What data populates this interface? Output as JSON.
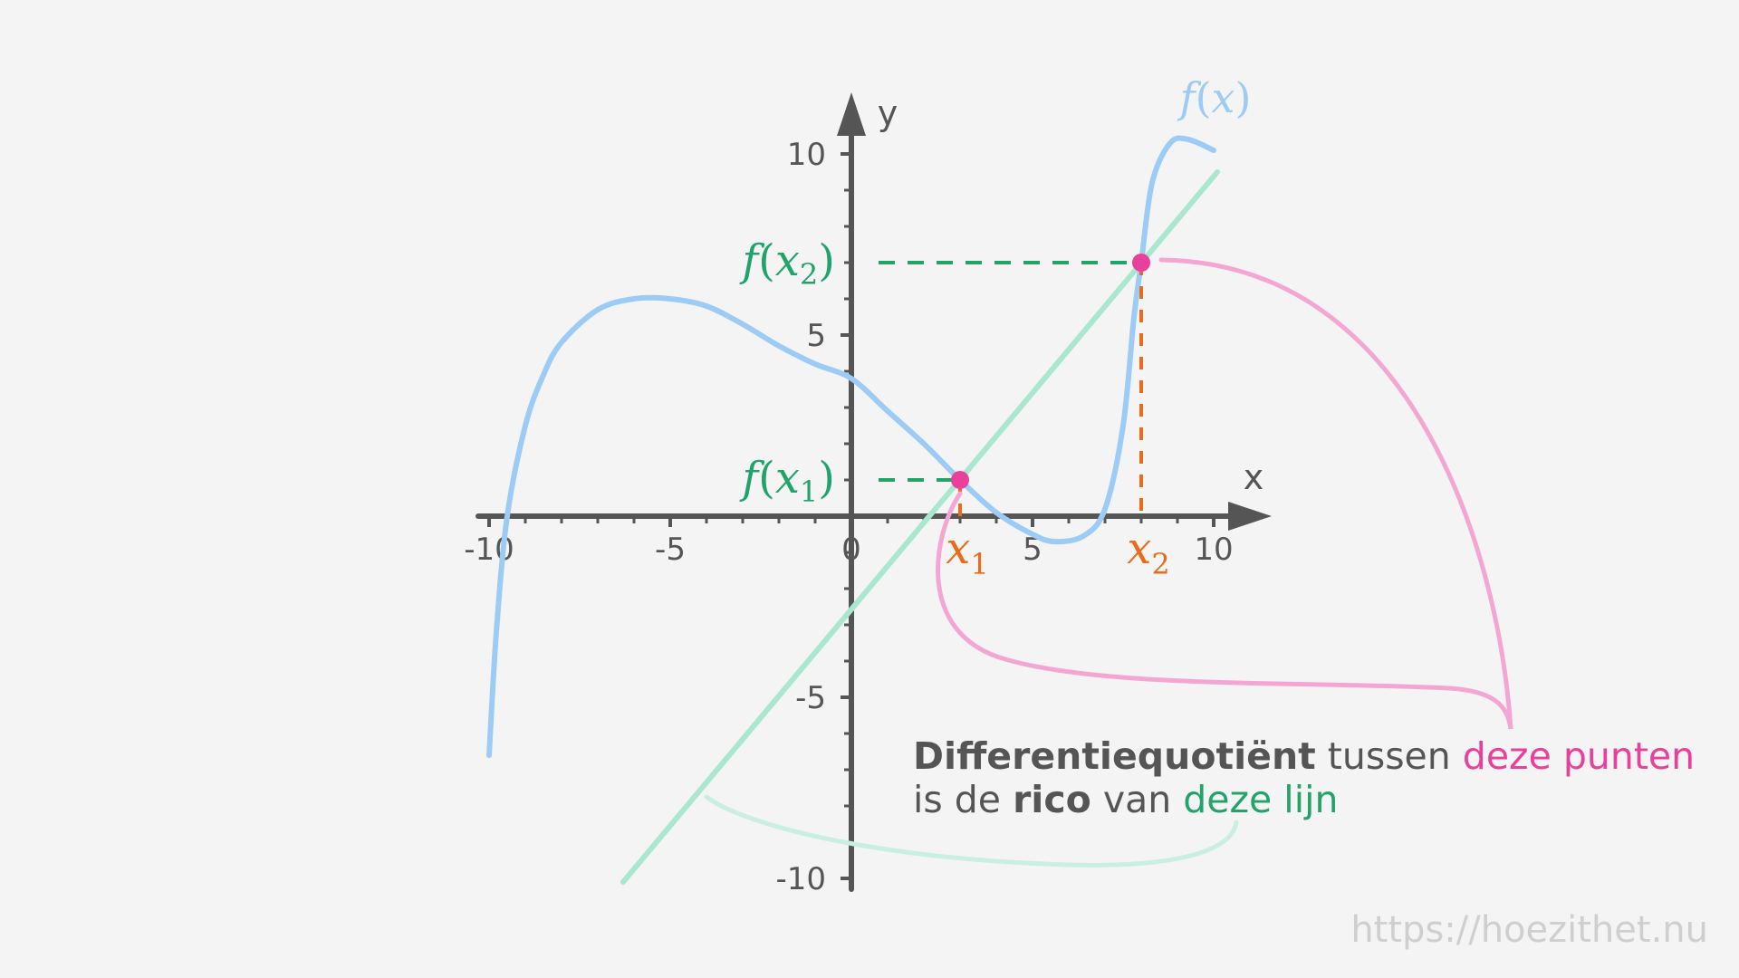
{
  "axes": {
    "x_name": "x",
    "y_name": "y",
    "x_ticks": [
      {
        "value": -10,
        "label": "-10"
      },
      {
        "value": -5,
        "label": "-5"
      },
      {
        "value": 0,
        "label": "0"
      },
      {
        "value": 5,
        "label": "5"
      },
      {
        "value": 10,
        "label": "10"
      }
    ],
    "y_ticks": [
      {
        "value": 10,
        "label": "10"
      },
      {
        "value": 5,
        "label": "5"
      },
      {
        "value": -5,
        "label": "-5"
      },
      {
        "value": -10,
        "label": "-10"
      }
    ],
    "x_range": [
      -10.5,
      11.5
    ],
    "y_range": [
      -10.5,
      11.5
    ]
  },
  "function": {
    "label_f": "f",
    "label_open": "(",
    "label_var": "x",
    "label_close": ")",
    "color": "#9ccbf5",
    "points": [
      [
        -10,
        -6.6
      ],
      [
        -9.8,
        -3.2
      ],
      [
        -9.5,
        0
      ],
      [
        -9,
        2.5
      ],
      [
        -8.5,
        3.9
      ],
      [
        -8,
        4.8
      ],
      [
        -7,
        5.7
      ],
      [
        -6,
        6.0
      ],
      [
        -5,
        6.0
      ],
      [
        -4,
        5.8
      ],
      [
        -3,
        5.3
      ],
      [
        -2,
        4.7
      ],
      [
        -1,
        4.2
      ],
      [
        0,
        3.8
      ],
      [
        1,
        2.9
      ],
      [
        2,
        2.0
      ],
      [
        3,
        1.0
      ],
      [
        4,
        0.1
      ],
      [
        5,
        -0.5
      ],
      [
        5.6,
        -0.7
      ],
      [
        6.4,
        -0.55
      ],
      [
        7,
        0.2
      ],
      [
        7.5,
        2.5
      ],
      [
        7.8,
        5.5
      ],
      [
        8.0,
        7.0
      ],
      [
        8.3,
        9.2
      ],
      [
        8.8,
        10.3
      ],
      [
        9.3,
        10.4
      ],
      [
        10,
        10.1
      ]
    ]
  },
  "secant": {
    "color": "#a9e8cf",
    "from": [
      -6.3,
      -10.1
    ],
    "to": [
      10.1,
      9.5
    ]
  },
  "points": {
    "color": "#e8409b",
    "p1": {
      "x": 3.0,
      "y": 1.0,
      "x_label": "x",
      "x_sub": "1",
      "f_label": "f",
      "f_var": "x",
      "f_sub": "1"
    },
    "p2": {
      "x": 8.0,
      "y": 7.0,
      "x_label": "x",
      "x_sub": "2",
      "f_label": "f",
      "f_var": "x",
      "f_sub": "2"
    }
  },
  "colors": {
    "axis": "#555555",
    "green_label": "#22a36a",
    "orange": "#ea6c1b",
    "pink_brace": "#f4a6d3",
    "green_brace": "#c9efe1"
  },
  "caption": {
    "line1_bold": "Differentiequotiënt",
    "line1_mid": " tussen ",
    "line1_pink": "deze punten",
    "line2_start": "is de ",
    "line2_bold": "rico",
    "line2_mid": " van ",
    "line2_green": "deze lijn"
  },
  "watermark": "https://hoezithet.nu"
}
